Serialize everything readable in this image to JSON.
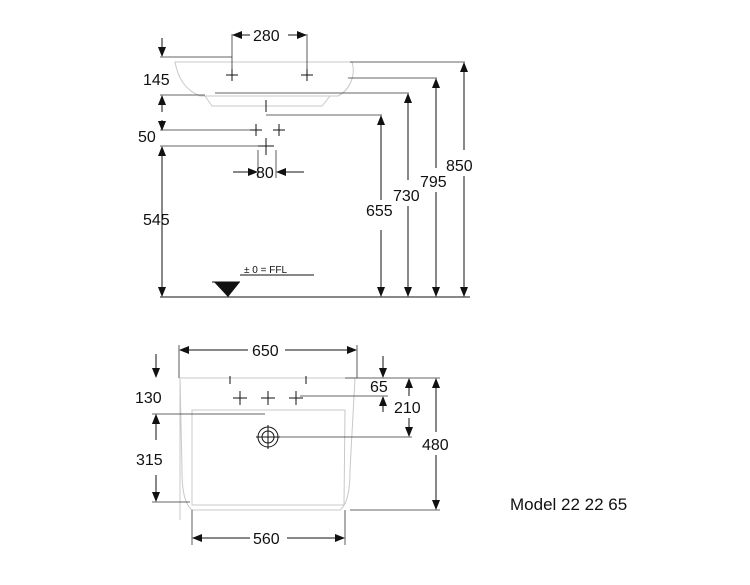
{
  "side_view": {
    "dimensions": {
      "tap_spacing": "280",
      "rim_height": "145",
      "waste_offset": "50",
      "waste_spacing": "80",
      "waste_height": "545",
      "overflow_height": "655",
      "rim_top_height": "730",
      "top_height": "795",
      "overall_height": "850"
    },
    "floor_label": "± 0 = FFL"
  },
  "top_view": {
    "dimensions": {
      "overall_width": "650",
      "tap_row_depth": "130",
      "edge_offset": "65",
      "waste_depth": "210",
      "bowl_depth": "315",
      "overall_depth": "480",
      "bowl_width": "560"
    }
  },
  "model_label": "Model 22 22 65",
  "colors": {
    "line": "#111111",
    "faint_outline": "#c8c8c8"
  }
}
